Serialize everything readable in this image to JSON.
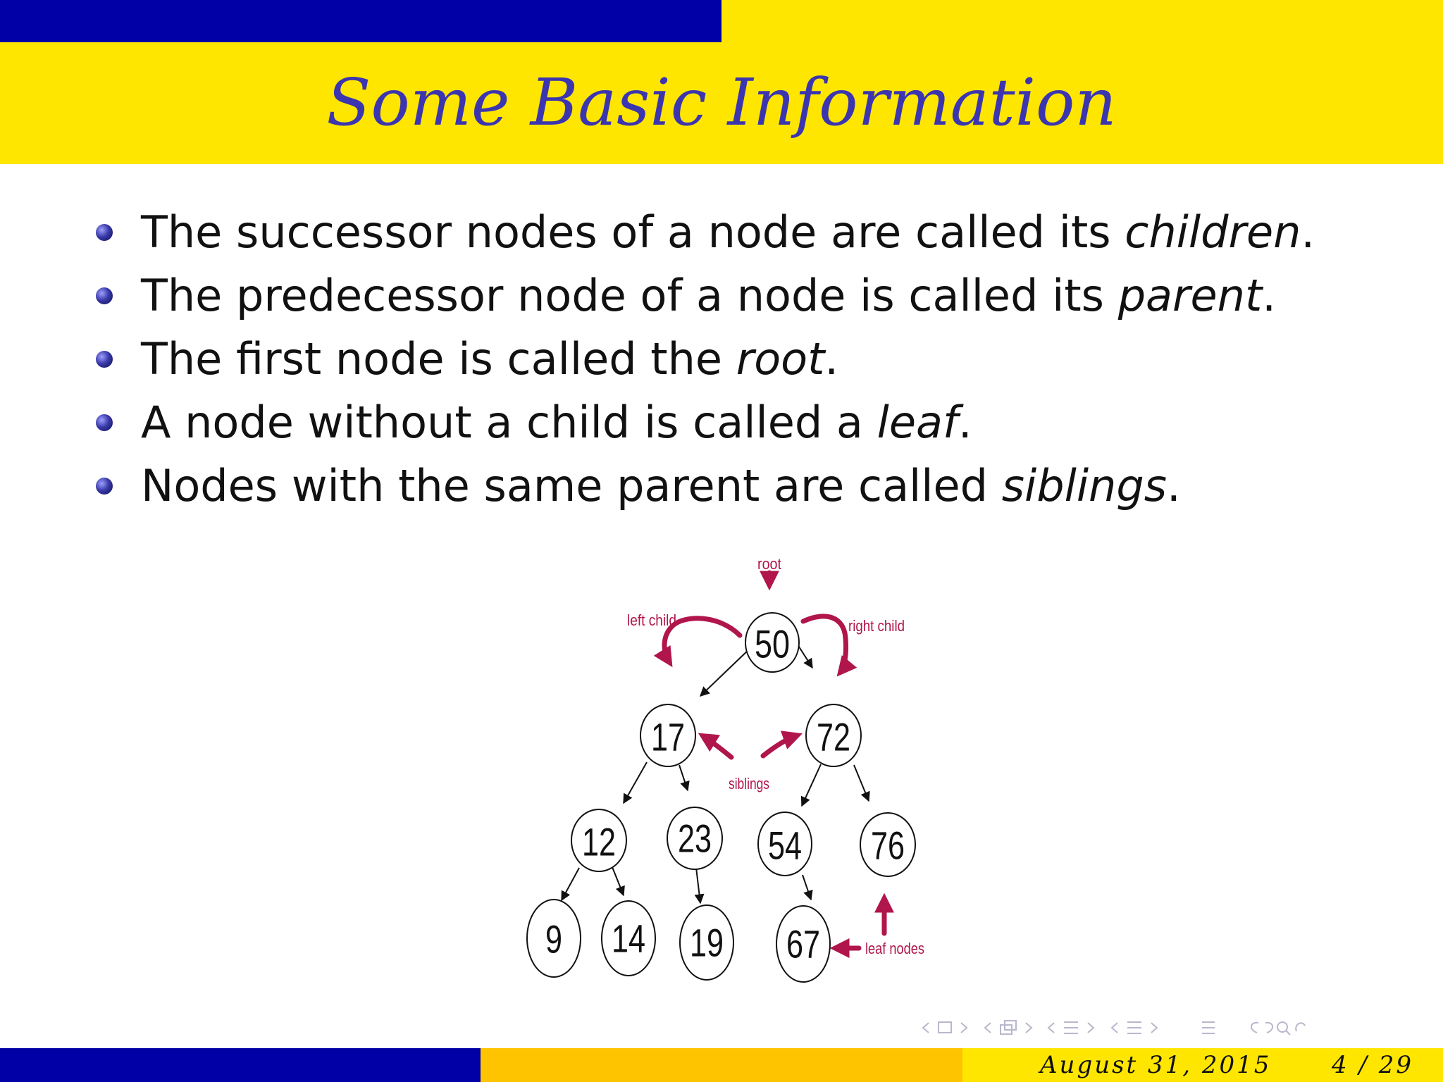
{
  "slide": {
    "title": "Some Basic Information",
    "bullets": [
      {
        "before": "The successor nodes of a node are called its ",
        "term": "children",
        "after": "."
      },
      {
        "before": "The predecessor node of a node is called its ",
        "term": "parent",
        "after": "."
      },
      {
        "before": "The first node is called the ",
        "term": "root",
        "after": "."
      },
      {
        "before": "A node without a child is called a ",
        "term": "leaf",
        "after": "."
      },
      {
        "before": "Nodes with the same parent are called ",
        "term": "siblings",
        "after": "."
      }
    ]
  },
  "diagram": {
    "nodes": [
      "50",
      "17",
      "72",
      "12",
      "23",
      "54",
      "76",
      "9",
      "14",
      "19",
      "67"
    ],
    "labels": {
      "root": "root",
      "left_child": "left child",
      "right_child": "right child",
      "siblings": "siblings",
      "leaf_nodes": "leaf nodes"
    },
    "annotation_color": "#b0154b"
  },
  "footer": {
    "date": "August 31, 2015",
    "page": "4 / 29"
  },
  "colors": {
    "dark_blue": "#0000a6",
    "yellow": "#ffe600",
    "orange_yellow": "#ffc400",
    "title_text": "#3b35b0"
  }
}
